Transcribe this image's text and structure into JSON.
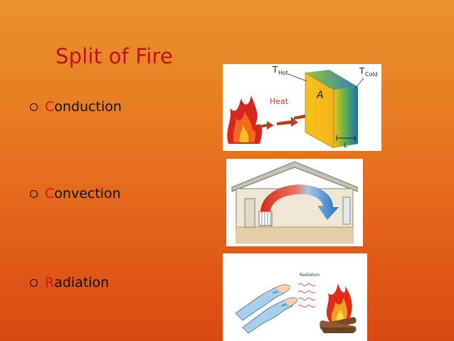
{
  "slide": {
    "title": "Split of Fire",
    "bullets": [
      {
        "first": "C",
        "rest": "onduction"
      },
      {
        "first": "C",
        "rest": "onvection"
      },
      {
        "first": "R",
        "rest": "adiation"
      }
    ]
  },
  "conduction_diagram": {
    "t_hot_main": "T",
    "t_hot_sub": "Hot",
    "t_cold_main": "T",
    "t_cold_sub": "Cold",
    "heat_label": "Heat",
    "area_label": "A",
    "length_label": "L"
  },
  "radiation_diagram": {
    "label": "Radiation"
  },
  "colors": {
    "title": "#c0121b",
    "bullet_initial": "#d01a1a",
    "heat_arrow": "#c0392b"
  }
}
